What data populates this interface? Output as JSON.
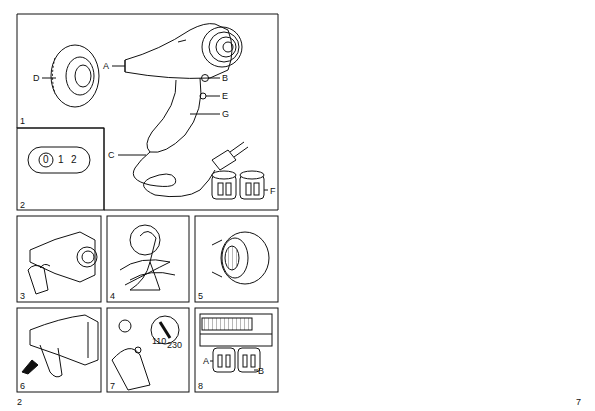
{
  "diagram": {
    "labels": [
      "D",
      "A",
      "B",
      "E",
      "G",
      "C",
      "F",
      "1",
      "0",
      "1",
      "2",
      "2",
      "3",
      "4",
      "5",
      "6",
      "110",
      "230",
      "7",
      "A",
      "B",
      "8",
      "2",
      "7"
    ]
  }
}
